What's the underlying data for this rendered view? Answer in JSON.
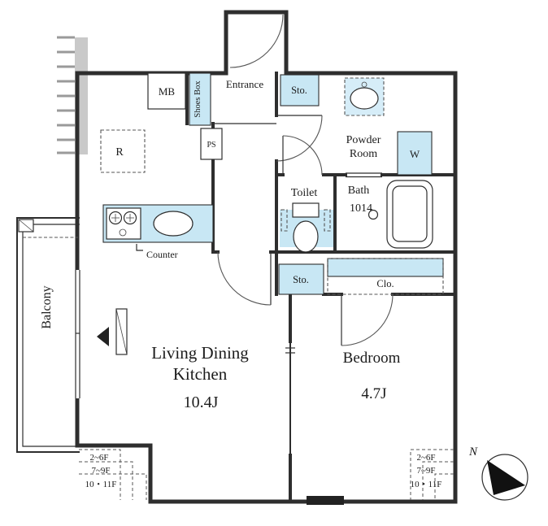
{
  "labels": {
    "living1": "Living Dining",
    "living2": "Kitchen",
    "living_size": "10.4J",
    "bedroom": "Bedroom",
    "bedroom_size": "4.7J",
    "balcony": "Balcony",
    "entrance": "Entrance",
    "powder1": "Powder",
    "powder2": "Room",
    "toilet": "Toilet",
    "bath1": "Bath",
    "bath2": "1014",
    "mb": "MB",
    "shoes_box": "Shoes Box",
    "sto_top": "Sto.",
    "sto_mid": "Sto.",
    "clo": "Clo.",
    "washer": "W",
    "fridge": "R",
    "ps": "PS",
    "counter": "Counter",
    "north": "N"
  },
  "floor_notes": {
    "left": [
      "2~6F",
      "7~9F",
      "10・11F"
    ],
    "right": [
      "2~6F",
      "7~9F",
      "10・11F"
    ]
  },
  "colors": {
    "wall": "#2e2e2e",
    "gray_fill": "#c9c9c9",
    "fixture_blue": "#c8e7f4"
  }
}
